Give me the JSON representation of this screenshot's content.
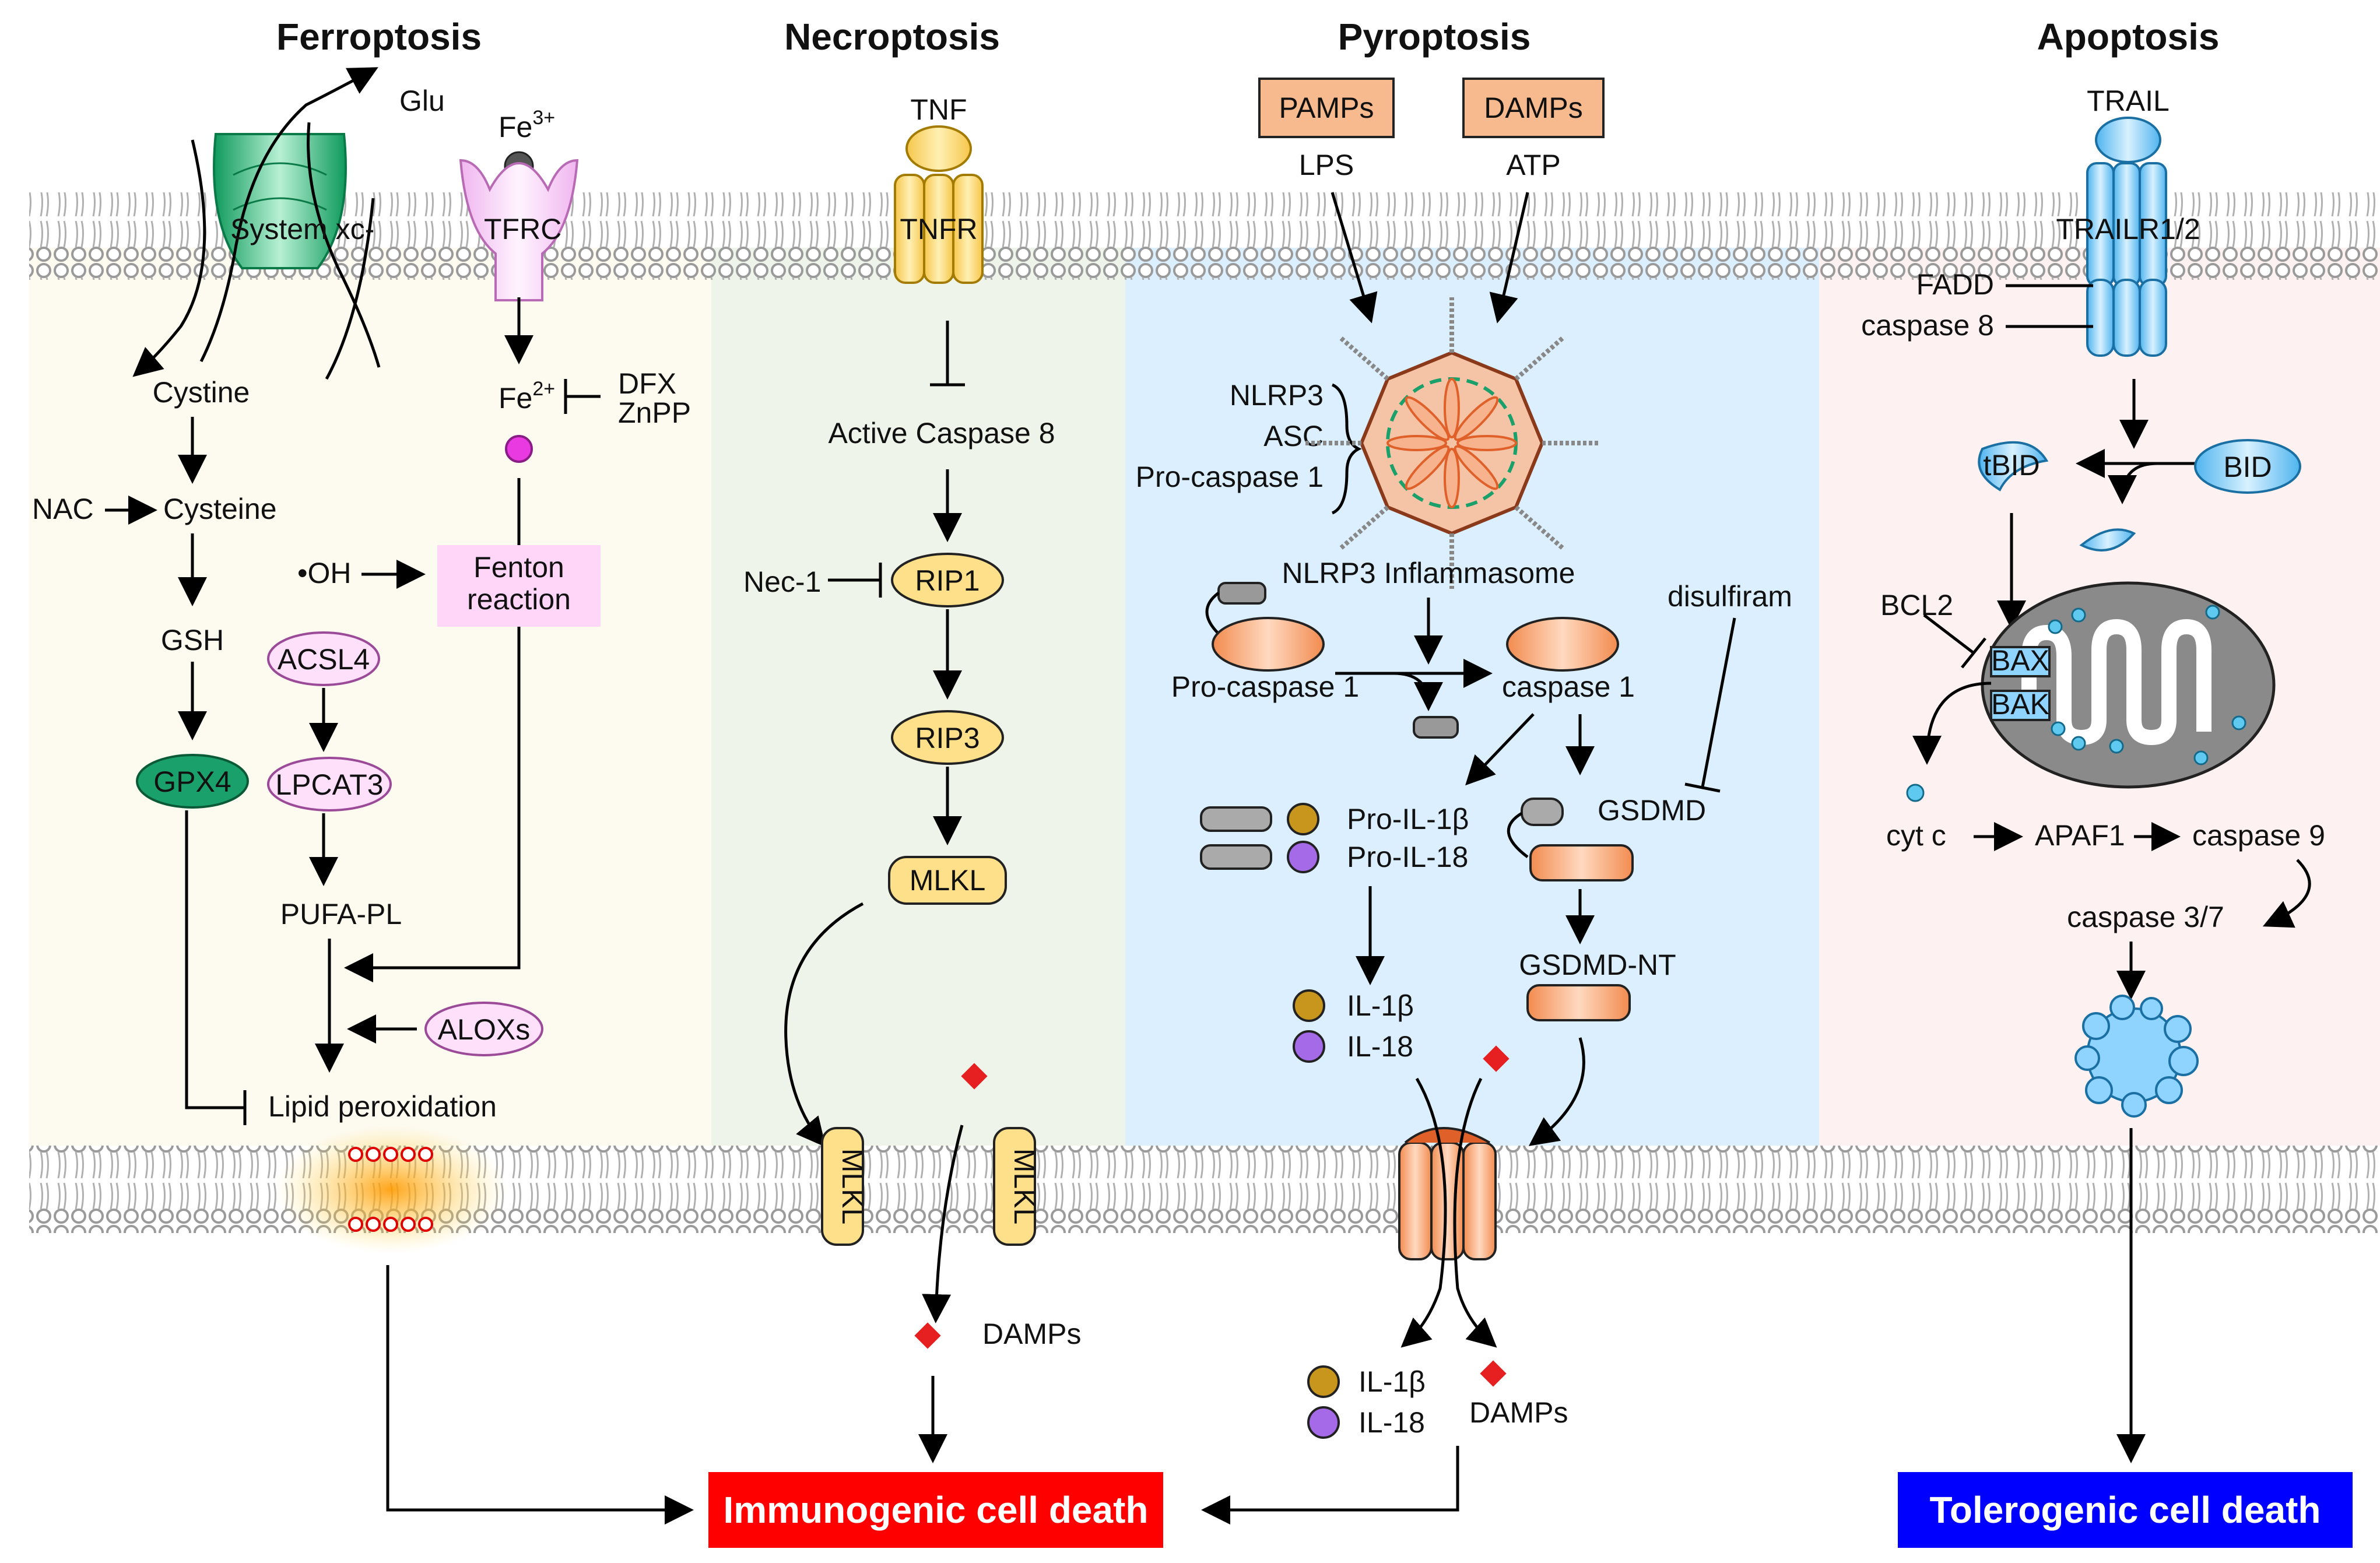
{
  "titles": {
    "ferroptosis": "Ferroptosis",
    "necroptosis": "Necroptosis",
    "pyroptosis": "Pyroptosis",
    "apoptosis": "Apoptosis"
  },
  "ferroptosis": {
    "glu": "Glu",
    "fe3": "Fe",
    "fe3_sup": "3+",
    "system_xc": "System xc-",
    "tfrc": "TFRC",
    "cystine": "Cystine",
    "fe2": "Fe",
    "fe2_sup": "2+",
    "dfx": "DFX",
    "znpp": "ZnPP",
    "nac": "NAC",
    "cysteine": "Cysteine",
    "oh": "•OH",
    "fenton_line1": "Fenton",
    "fenton_line2": "reaction",
    "gsh": "GSH",
    "acsl4": "ACSL4",
    "gpx4": "GPX4",
    "lpcat3": "LPCAT3",
    "pufa_pl": "PUFA-PL",
    "aloxs": "ALOXs",
    "lipid_peroxidation": "Lipid peroxidation"
  },
  "necroptosis": {
    "tnf": "TNF",
    "tnfr": "TNFR",
    "active_caspase8": "Active Caspase 8",
    "nec1": "Nec-1",
    "rip1": "RIP1",
    "rip3": "RIP3",
    "mlkl": "MLKL",
    "mlkl_pore_left": "MLKL",
    "mlkl_pore_right": "MLKL",
    "damps": "DAMPs"
  },
  "pyroptosis": {
    "pamps": "PAMPs",
    "damps_box": "DAMPs",
    "lps": "LPS",
    "atp": "ATP",
    "nlrp3": "NLRP3",
    "asc": "ASC",
    "pro_caspase1_label": "Pro-caspase 1",
    "nlrp3_inflammasome": "NLRP3 Inflammasome",
    "pro_caspase1": "Pro-caspase 1",
    "caspase1": "caspase 1",
    "disulfiram": "disulfiram",
    "pro_il1b": "Pro-IL-1β",
    "pro_il18": "Pro-IL-18",
    "gsdmd": "GSDMD",
    "gsdmd_nt": "GSDMD-NT",
    "il1b": "IL-1β",
    "il18": "IL-18",
    "il1b_out": "IL-1β",
    "il18_out": "IL-18",
    "damps_out": "DAMPs"
  },
  "apoptosis": {
    "trail": "TRAIL",
    "trailr": "TRAILR1/2",
    "fadd": "FADD",
    "caspase8": "caspase 8",
    "tbid": "tBID",
    "bid": "BID",
    "bcl2": "BCL2",
    "bax": "BAX",
    "bak": "BAK",
    "cytc": "cyt c",
    "apaf1": "APAF1",
    "caspase9": "caspase 9",
    "caspase37": "caspase 3/7"
  },
  "outcomes": {
    "immunogenic": "Immunogenic cell death",
    "tolerogenic": "Tolerogenic cell death"
  },
  "colors": {
    "ferroptosis_bg": "#fdfaf0",
    "necroptosis_bg": "#eef4ea",
    "pyroptosis_bg": "#dcefff",
    "apoptosis_bg": "#fdf1f1",
    "immunogenic": "#ff0000",
    "tolerogenic": "#0000ff",
    "fenton_box": "#ffd6f8",
    "pamps_box": "#f7b98e",
    "green": "#2fbf8a",
    "pink": "#ffe0fb",
    "yellow": "#ffe08a",
    "orange": "#f7b38d",
    "blue": "#8fd3ff"
  }
}
